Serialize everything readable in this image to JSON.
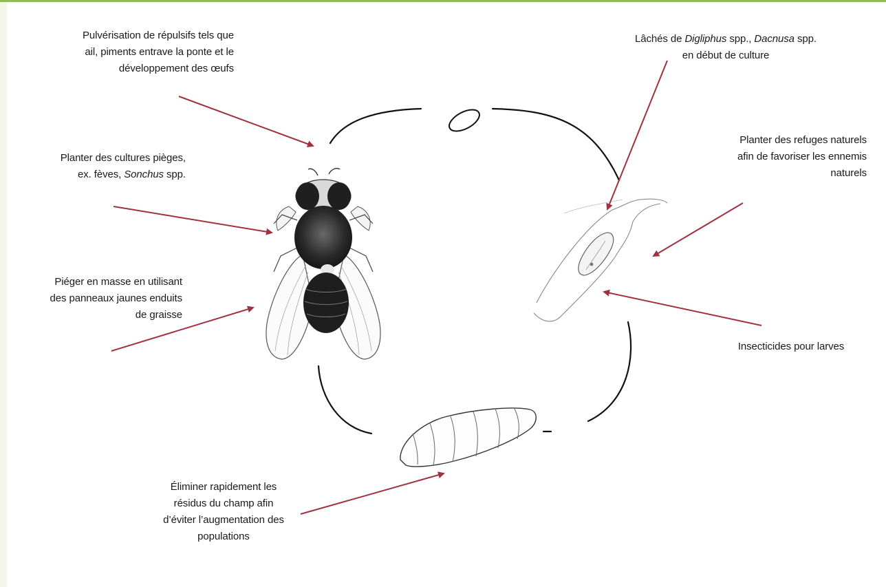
{
  "colors": {
    "accent_border": "#8cbf5a",
    "arrow": "#a0313f",
    "page_margin": "#f4f6ea",
    "ink": "#1a1a1a"
  },
  "diagram": {
    "stages": [
      {
        "name": "egg",
        "icon": "egg-icon"
      },
      {
        "name": "adult-fly",
        "icon": "fly-icon"
      },
      {
        "name": "larva-in-leaf-mine",
        "icon": "leaf-mine-icon"
      },
      {
        "name": "pupa",
        "icon": "pupa-icon"
      }
    ],
    "annotations": {
      "repellents": {
        "lines": [
          "Pulvérisation de répulsifs tels que",
          "ail, piments entrave la ponte et le",
          "développement des œufs"
        ]
      },
      "release": {
        "l1_a": "Lâchés de ",
        "l1_b": "Digliphus",
        "l1_c": " spp., ",
        "l1_d": "Dacnusa",
        "l1_e": " spp.",
        "l2": "en début de culture"
      },
      "trap_crops": {
        "l1": "Planter des cultures pièges,",
        "l2_a": "ex. fèves, ",
        "l2_b": "Sonchus",
        "l2_c": " spp."
      },
      "refuges": {
        "lines": [
          "Planter des refuges naturels",
          "afin de favoriser les ennemis",
          "naturels"
        ]
      },
      "mass_trapping": {
        "lines": [
          "Piéger en masse en utilisant",
          "des panneaux jaunes enduits",
          "de graisse"
        ]
      },
      "insecticides": {
        "lines": [
          "Insecticides pour larves"
        ]
      },
      "residues": {
        "lines": [
          "Éliminer rapidement les",
          "résidus du champ afin",
          "d’éviter l’augmentation des",
          "populations"
        ]
      }
    }
  }
}
